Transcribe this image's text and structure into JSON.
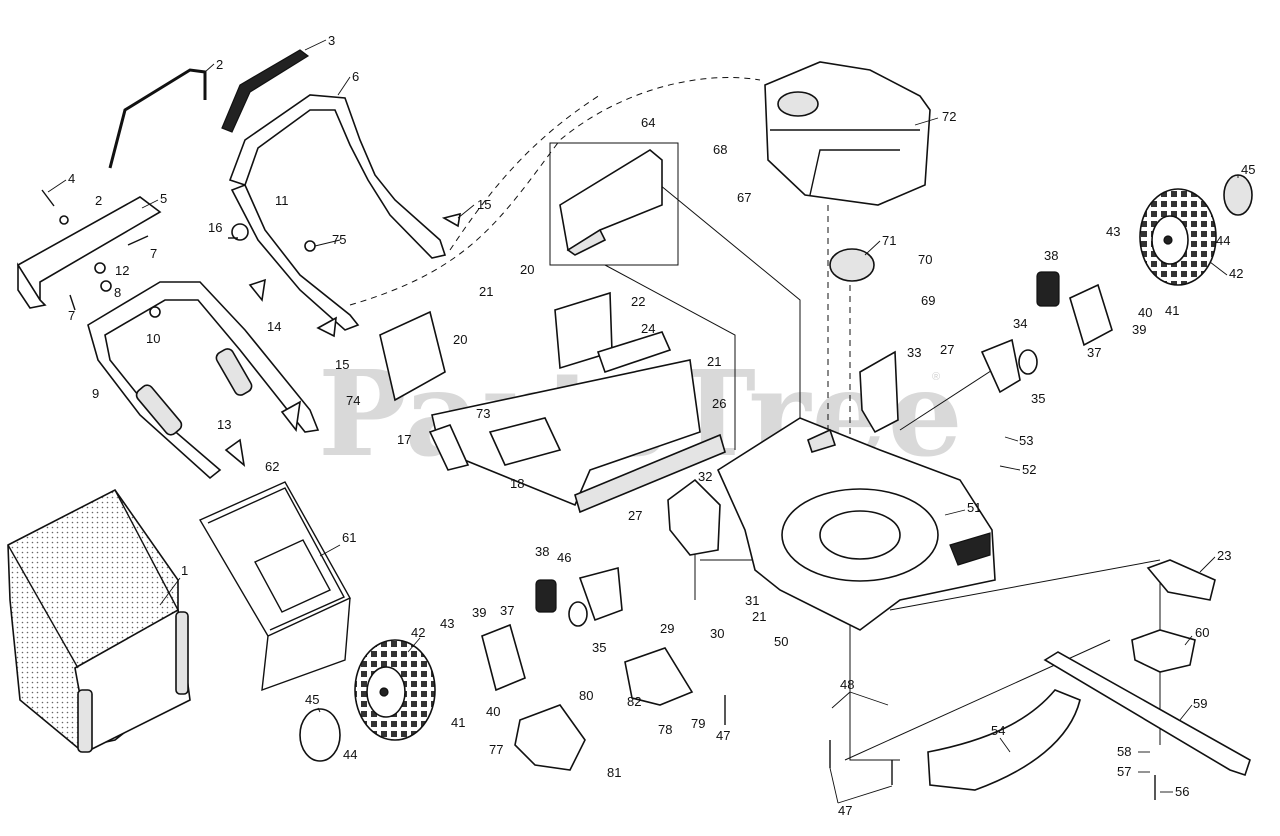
{
  "watermark": {
    "text": "PartsTree",
    "mark": "®"
  },
  "callouts": [
    "1",
    "2",
    "2",
    "3",
    "4",
    "5",
    "6",
    "7",
    "7",
    "8",
    "9",
    "10",
    "11",
    "12",
    "13",
    "14",
    "15",
    "15",
    "16",
    "17",
    "18",
    "20",
    "20",
    "21",
    "21",
    "21",
    "22",
    "23",
    "24",
    "26",
    "27",
    "27",
    "29",
    "30",
    "31",
    "32",
    "33",
    "34",
    "35",
    "35",
    "37",
    "37",
    "38",
    "38",
    "39",
    "39",
    "40",
    "40",
    "41",
    "41",
    "42",
    "42",
    "43",
    "43",
    "44",
    "44",
    "45",
    "45",
    "46",
    "47",
    "47",
    "48",
    "50",
    "51",
    "52",
    "53",
    "54",
    "56",
    "57",
    "58",
    "59",
    "60",
    "61",
    "62",
    "64",
    "67",
    "68",
    "69",
    "70",
    "71",
    "72",
    "73",
    "74",
    "75",
    "77",
    "78",
    "79",
    "80",
    "81",
    "82"
  ],
  "colors": {
    "ink": "#111111",
    "watermark": "#d9d9d9",
    "paper": "#ffffff"
  }
}
